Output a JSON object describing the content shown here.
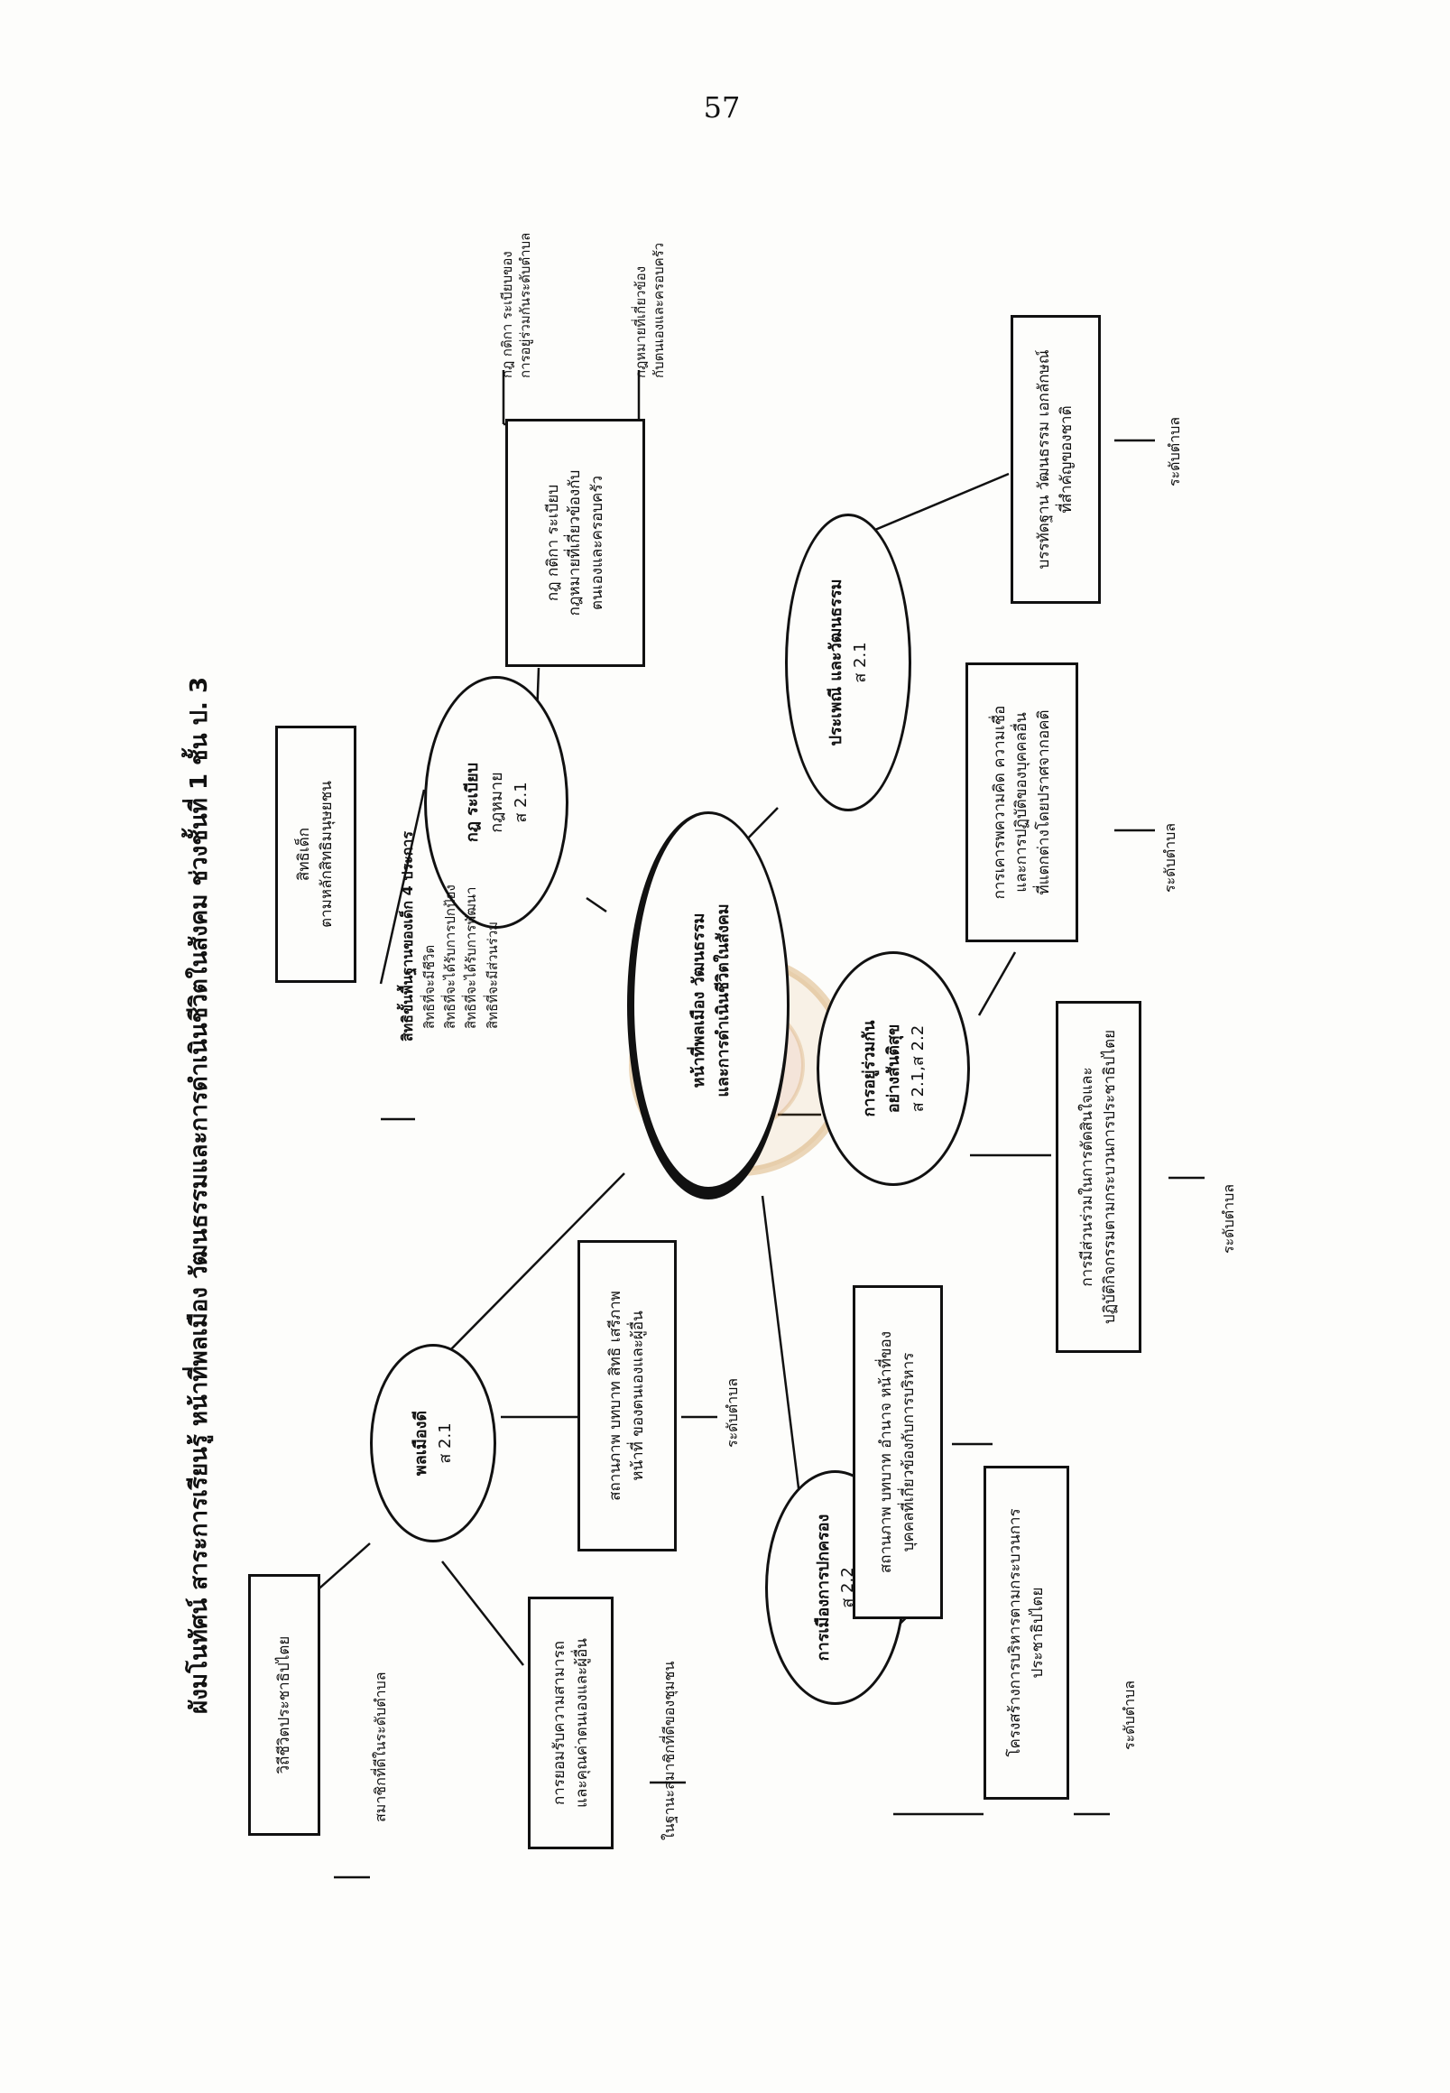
{
  "page_number": "57",
  "title": "ผังมโนทัศน์  สาระการเรียนรู้ หน้าที่พลเมือง วัฒนธรรมและการดำเนินชีวิตในสังคม  ช่วงชั้นที่  1  ชั้น ป. 3",
  "center": {
    "line1": "หน้าที่พลเมือง วัฒนธรรม",
    "line2": "และการดำเนินชีวิตในสังคม"
  },
  "nodes": {
    "law": {
      "line1": "กฎ ระเบียบ",
      "line2": "กฎหมาย",
      "line3": "ส 2.1"
    },
    "tradition": {
      "line1": "ประเพณี และวัฒนธรรม",
      "line2": "ส 2.1"
    },
    "coexist": {
      "line1": "การอยู่ร่วมกัน",
      "line2": "อย่างสันติสุข",
      "line3": "ส 2.1,ส 2.2"
    },
    "politics": {
      "line1": "การเมืองการปกครอง",
      "line2": "ส 2.2"
    },
    "citizen": {
      "line1": "พลเมืองดี",
      "line2": "ส 2.1"
    }
  },
  "boxes": {
    "law_detail": {
      "line1": "กฎ กติกา ระเบียบ",
      "line2": "กฎหมายที่เกี่ยวข้องกับ",
      "line3": "ตนเองและครอบครัว"
    },
    "child_rights": {
      "line1": "สิทธิเด็ก",
      "line2": "ตามหลักสิทธิมนุษยชน"
    },
    "culture_standard": {
      "line1": "บรรทัดฐาน วัฒนธรรม เอกลักษณ์",
      "line2": "ที่สำคัญของชาติ"
    },
    "respect": {
      "line1": "การเคารพความคิด ความเชื่อ",
      "line2": "และการปฏิบัติของบุคคลอื่น",
      "line3": "ที่แตกต่างโดยปราศจากอคติ"
    },
    "participation": {
      "line1": "การมีส่วนร่วมในการตัดสินใจและ",
      "line2": "ปฏิบัติกิจกรรมตามกระบวนการประชาธิปไตย"
    },
    "status_admin": {
      "line1": "สถานภาพ  บทบาท อำนาจ หน้าที่ของ",
      "line2": "บุคคลที่เกี่ยวข้องกับการบริหาร"
    },
    "structure": {
      "line1": "โครงสร้างการบริหารตามกระบวนการ",
      "line2": "ประชาธิปไตย"
    },
    "status_rights": {
      "line1": "สถานภาพ บทบาท สิทธิ เสรีภาพ",
      "line2": "หน้าที่ ของตนเองและผู้อื่น"
    },
    "democracy_life": {
      "line1": "วิถีชีวิตประชาธิปไตย"
    },
    "self_ability": {
      "line1": "การยอมรับความสามารถ",
      "line2": "และคุณค่าตนเองและผู้อื่น"
    }
  },
  "branch_labels": {
    "rules_school": "กฎ กติกา ระเบียบของ",
    "rules_school2": "การอยู่ร่วมกันระดับตำบล",
    "laws_family": "กฎหมายที่เกี่ยวข้อง",
    "laws_family2": "กับตนเองและครอบครัว",
    "good_member": "สมาชิกที่ดีในระดับตำบล",
    "community_member": "ในฐานะสมาชิกที่ดีของชุมชน"
  },
  "rights_list": {
    "heading": "สิทธิขั้นพื้นฐานของเด็ก 4 ประการ",
    "items": [
      "สิทธิที่จะมีชีวิต",
      "สิทธิที่จะได้รับการปกป้อง",
      "สิทธิที่จะได้รับการพัฒนา",
      "สิทธิที่จะมีส่วนร่วม"
    ]
  },
  "level_label": "ระดับตำบล"
}
